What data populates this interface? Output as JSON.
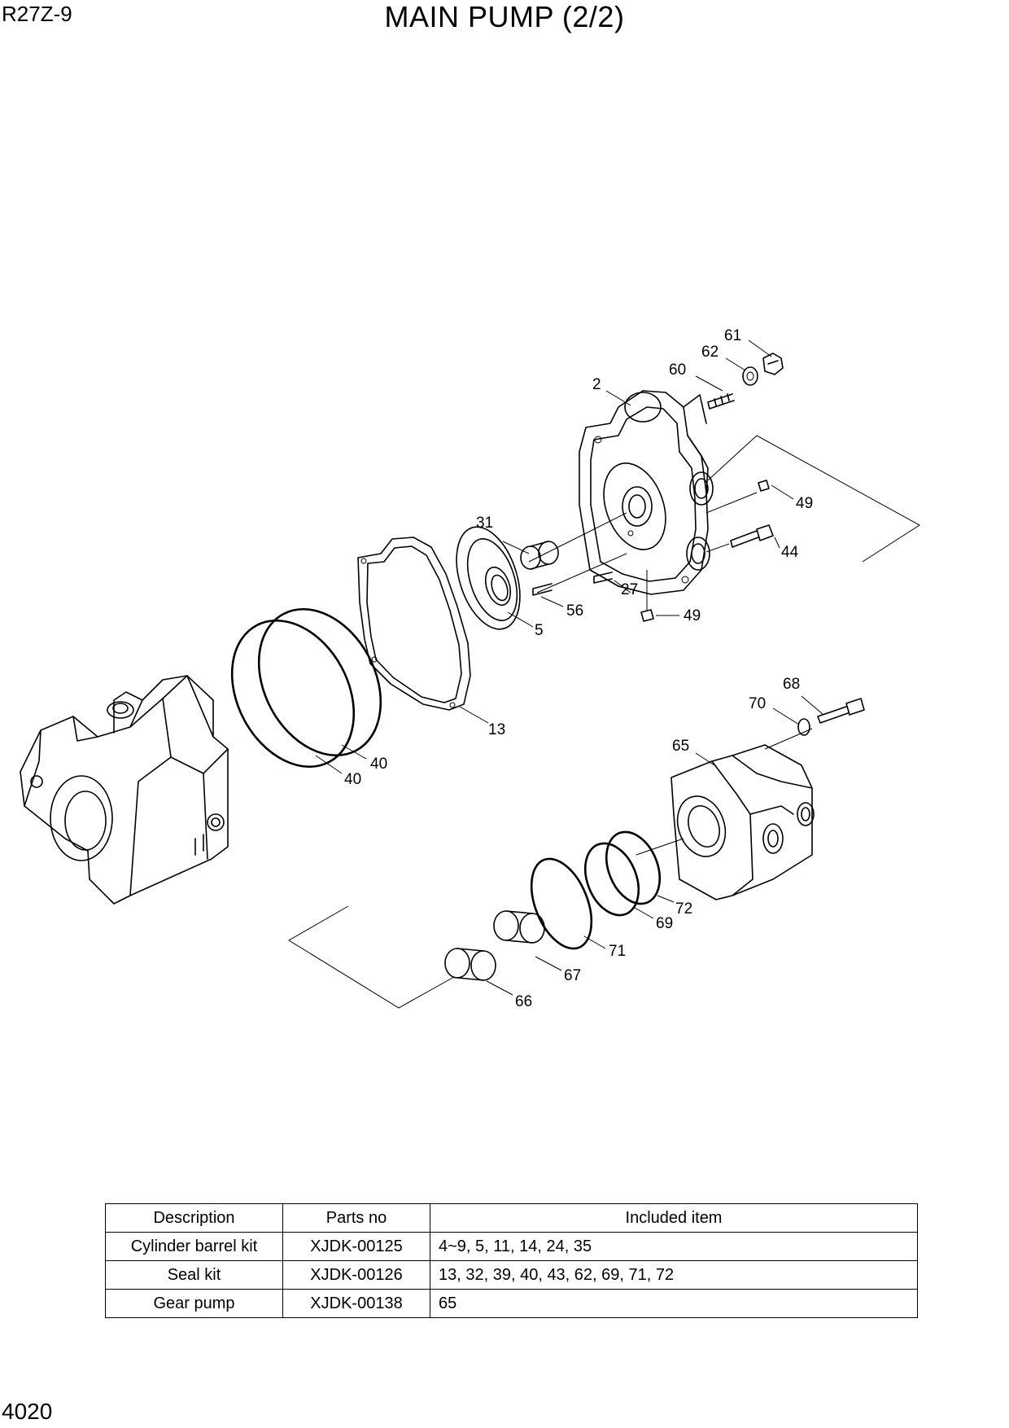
{
  "header": {
    "model": "R27Z-9",
    "title": "MAIN PUMP (2/2)"
  },
  "footer": {
    "page_number": "4020"
  },
  "callouts": [
    {
      "label": "61"
    },
    {
      "label": "62"
    },
    {
      "label": "60"
    },
    {
      "label": "2"
    },
    {
      "label": "49"
    },
    {
      "label": "44"
    },
    {
      "label": "31"
    },
    {
      "label": "27"
    },
    {
      "label": "56"
    },
    {
      "label": "49"
    },
    {
      "label": "5"
    },
    {
      "label": "13"
    },
    {
      "label": "40"
    },
    {
      "label": "40"
    },
    {
      "label": "68"
    },
    {
      "label": "70"
    },
    {
      "label": "65"
    },
    {
      "label": "72"
    },
    {
      "label": "69"
    },
    {
      "label": "71"
    },
    {
      "label": "67"
    },
    {
      "label": "66"
    }
  ],
  "kits_table": {
    "headers": {
      "description": "Description",
      "parts_no": "Parts no",
      "included": "Included item"
    },
    "rows": [
      {
        "description": "Cylinder barrel kit",
        "parts_no": "XJDK-00125",
        "included": "4~9, 5, 11, 14, 24, 35"
      },
      {
        "description": "Seal kit",
        "parts_no": "XJDK-00126",
        "included": "13, 32, 39, 40, 43, 62, 69, 71, 72"
      },
      {
        "description": "Gear pump",
        "parts_no": "XJDK-00138",
        "included": "65"
      }
    ]
  }
}
